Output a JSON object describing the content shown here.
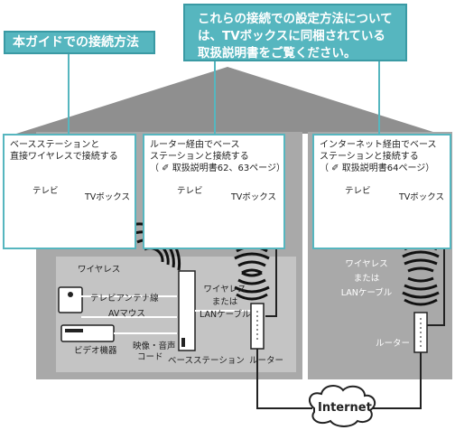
{
  "callout_left": "本ガイドでの接続方法",
  "callout_right_lines": [
    "これらの接続での設定方法について",
    "は、TVボックスに同梱されている",
    "取扱説明書をご覧ください。"
  ],
  "panel1": {
    "lines": [
      "ベースステーションと",
      "直接ワイヤレスで接続する"
    ]
  },
  "panel2": {
    "lines": [
      "ルーター経由でベース",
      "ステーションと接続する"
    ],
    "ref": "（ ✐ 取扱説明書62、63ページ）"
  },
  "panel3": {
    "lines": [
      "インターネット経由でベース",
      "ステーションと接続する"
    ],
    "ref": "（ ✐ 取扱説明書64ページ）"
  },
  "labels": {
    "tv": "テレビ",
    "tvbox": "TVボックス",
    "wireless": "ワイヤレス",
    "antenna": "テレビアンテナ線",
    "av_mouse": "AVマウス",
    "video": "ビデオ機器",
    "av_cord_1": "映像・音声",
    "av_cord_2": "コード",
    "base_station": "ベースステーション",
    "router": "ルーター",
    "wireless_or_lan_1": "ワイヤレス",
    "wireless_or_lan_2": "または",
    "wireless_or_lan_3": "LANケーブル",
    "internet": "Internet"
  },
  "colors": {
    "accent": "#56b6bf",
    "house_roof": "#8f8f8f",
    "house_body": "#a9a9a9",
    "inner_gray": "#c4c4c4"
  }
}
